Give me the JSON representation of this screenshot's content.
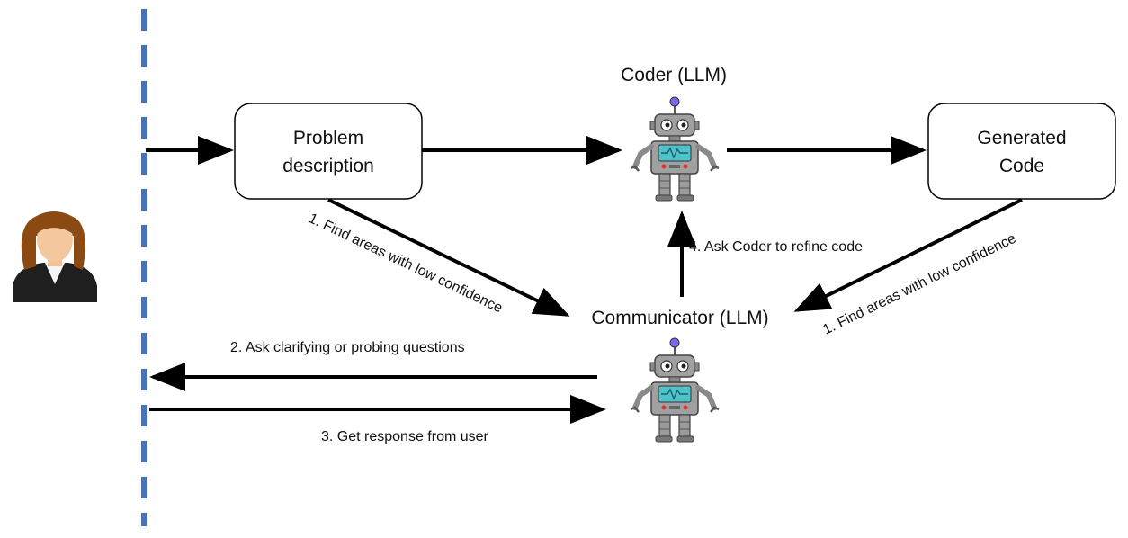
{
  "diagram": {
    "nodes": {
      "problem_description": {
        "lines": [
          "Problem",
          "description"
        ]
      },
      "coder": {
        "label": "Coder (LLM)"
      },
      "generated_code": {
        "lines": [
          "Generated",
          "Code"
        ]
      },
      "communicator": {
        "label": "Communicator (LLM)"
      }
    },
    "edges": {
      "find_areas_problem": "1. Find areas with low confidence",
      "find_areas_code": "1. Find areas with low confidence",
      "ask_questions": "2. Ask clarifying or probing questions",
      "get_response": "3. Get response from user",
      "ask_coder": "4. Ask Coder to refine code"
    },
    "colors": {
      "divider": "#4472c4",
      "arrow": "#000000",
      "box_border": "#000000",
      "robot_body": "#9e9e9e",
      "robot_antenna": "#7b68ee",
      "robot_screen": "#4fc3c7",
      "user_hair": "#8a4a12",
      "user_suit": "#1f1f1f"
    }
  }
}
